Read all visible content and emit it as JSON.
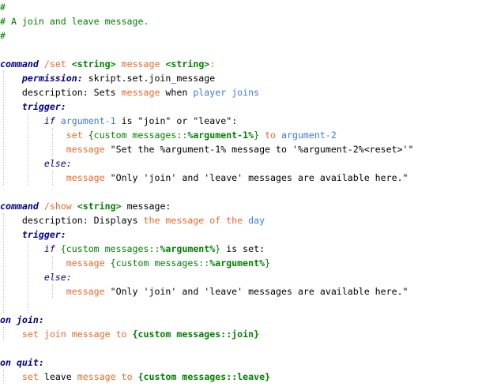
{
  "lines": [
    [
      {
        "t": "#",
        "c": "comment"
      }
    ],
    [
      {
        "t": "# A join and leave message.",
        "c": "comment"
      }
    ],
    [
      {
        "t": "#",
        "c": "comment"
      }
    ],
    [],
    [
      {
        "t": "command",
        "c": "cmd"
      },
      {
        "t": " ",
        "c": "text"
      },
      {
        "t": "/set",
        "c": "slash"
      },
      {
        "t": " ",
        "c": "text"
      },
      {
        "t": "<string>",
        "c": "type"
      },
      {
        "t": " message ",
        "c": "orange"
      },
      {
        "t": "<string>",
        "c": "type"
      },
      {
        "t": ":",
        "c": "orange"
      }
    ],
    [
      {
        "t": "    ",
        "c": "text"
      },
      {
        "t": "permission:",
        "c": "keyb"
      },
      {
        "t": " skript.set.join_message",
        "c": "text"
      }
    ],
    [
      {
        "t": "    ",
        "c": "text"
      },
      {
        "t": "description: Sets ",
        "c": "text"
      },
      {
        "t": "message",
        "c": "orange"
      },
      {
        "t": " when ",
        "c": "text"
      },
      {
        "t": "player joins",
        "c": "blue"
      }
    ],
    [
      {
        "t": "    ",
        "c": "text"
      },
      {
        "t": "trigger:",
        "c": "keyb"
      }
    ],
    [
      {
        "t": "        ",
        "c": "text"
      },
      {
        "t": "if",
        "c": "key"
      },
      {
        "t": " ",
        "c": "text"
      },
      {
        "t": "argument-1",
        "c": "blue"
      },
      {
        "t": " is \"join\" or \"leave\":",
        "c": "text"
      }
    ],
    [
      {
        "t": "            ",
        "c": "text"
      },
      {
        "t": "set",
        "c": "orange"
      },
      {
        "t": " ",
        "c": "text"
      },
      {
        "t": "{custom messages::",
        "c": "green"
      },
      {
        "t": "%argument-1%",
        "c": "greenb"
      },
      {
        "t": "}",
        "c": "green"
      },
      {
        "t": " to ",
        "c": "orange"
      },
      {
        "t": "argument-2",
        "c": "blue"
      }
    ],
    [
      {
        "t": "            ",
        "c": "text"
      },
      {
        "t": "message",
        "c": "orange"
      },
      {
        "t": " \"Set the %argument-1% message to '%argument-2%<reset>'\"",
        "c": "text"
      }
    ],
    [
      {
        "t": "        ",
        "c": "text"
      },
      {
        "t": "else:",
        "c": "key"
      }
    ],
    [
      {
        "t": "            ",
        "c": "text"
      },
      {
        "t": "message",
        "c": "orange"
      },
      {
        "t": " \"Only 'join' and 'leave' messages are available here.\"",
        "c": "text"
      }
    ],
    [],
    [
      {
        "t": "command",
        "c": "cmd"
      },
      {
        "t": " ",
        "c": "text"
      },
      {
        "t": "/show",
        "c": "slash"
      },
      {
        "t": " ",
        "c": "text"
      },
      {
        "t": "<string>",
        "c": "type"
      },
      {
        "t": " message:",
        "c": "text"
      }
    ],
    [
      {
        "t": "    ",
        "c": "text"
      },
      {
        "t": "description: Displays ",
        "c": "text"
      },
      {
        "t": "the message of the ",
        "c": "orange"
      },
      {
        "t": "day",
        "c": "blue"
      }
    ],
    [
      {
        "t": "    ",
        "c": "text"
      },
      {
        "t": "trigger:",
        "c": "keyb"
      }
    ],
    [
      {
        "t": "        ",
        "c": "text"
      },
      {
        "t": "if",
        "c": "key"
      },
      {
        "t": " ",
        "c": "text"
      },
      {
        "t": "{custom messages::",
        "c": "green"
      },
      {
        "t": "%argument%",
        "c": "greenb"
      },
      {
        "t": "}",
        "c": "green"
      },
      {
        "t": " is set:",
        "c": "text"
      }
    ],
    [
      {
        "t": "            ",
        "c": "text"
      },
      {
        "t": "message",
        "c": "orange"
      },
      {
        "t": " ",
        "c": "text"
      },
      {
        "t": "{custom messages::",
        "c": "green"
      },
      {
        "t": "%argument%",
        "c": "greenb"
      },
      {
        "t": "}",
        "c": "green"
      }
    ],
    [
      {
        "t": "        ",
        "c": "text"
      },
      {
        "t": "else:",
        "c": "key"
      }
    ],
    [
      {
        "t": "            ",
        "c": "text"
      },
      {
        "t": "message",
        "c": "orange"
      },
      {
        "t": " \"Only 'join' and 'leave' messages are available here.\"",
        "c": "text"
      }
    ],
    [],
    [
      {
        "t": "on join:",
        "c": "keyb"
      }
    ],
    [
      {
        "t": "    ",
        "c": "text"
      },
      {
        "t": "set join message to",
        "c": "orange"
      },
      {
        "t": " ",
        "c": "text"
      },
      {
        "t": "{custom messages::join}",
        "c": "greenb"
      }
    ],
    [],
    [
      {
        "t": "on quit:",
        "c": "keyb"
      }
    ],
    [
      {
        "t": "    ",
        "c": "text"
      },
      {
        "t": "set",
        "c": "orange"
      },
      {
        "t": " leave ",
        "c": "text"
      },
      {
        "t": "message",
        "c": "orange"
      },
      {
        "t": " ",
        "c": "text"
      },
      {
        "t": "to",
        "c": "orange"
      },
      {
        "t": " ",
        "c": "text"
      },
      {
        "t": "{custom messages::leave}",
        "c": "greenb"
      }
    ]
  ]
}
